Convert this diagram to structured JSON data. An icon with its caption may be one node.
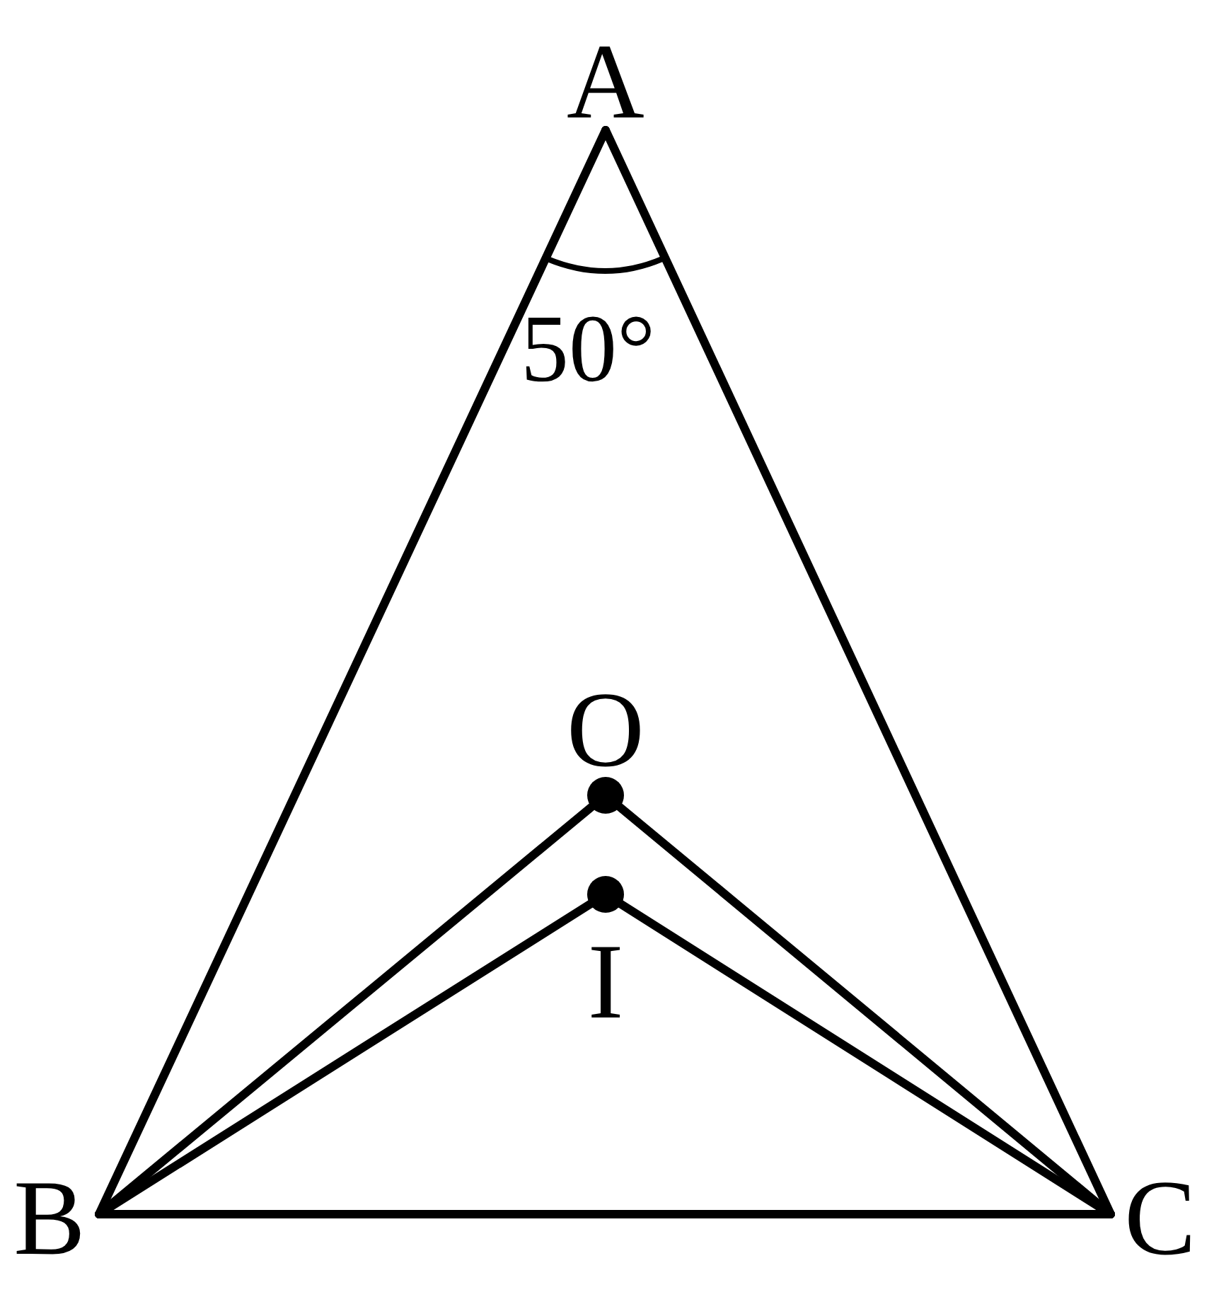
{
  "diagram": {
    "nodes": [
      {
        "text": [
          "A"
        ]
      },
      {
        "text": [
          "O"
        ]
      },
      {
        "text": [
          "I"
        ]
      },
      {
        "text": [
          "B"
        ]
      },
      {
        "text": [
          "C"
        ]
      }
    ],
    "edges": [
      {
        "from": 0,
        "to": 3,
        "arrow": "none"
      },
      {
        "from": 0,
        "to": 4,
        "arrow": "none"
      },
      {
        "from": 3,
        "to": 4,
        "arrow": "none"
      },
      {
        "from": 3,
        "to": 1,
        "arrow": "none"
      },
      {
        "from": 1,
        "to": 4,
        "arrow": "none"
      },
      {
        "from": 3,
        "to": 2,
        "arrow": "none"
      },
      {
        "from": 2,
        "to": 4,
        "arrow": "none"
      }
    ],
    "labels": [
      "50°"
    ]
  }
}
